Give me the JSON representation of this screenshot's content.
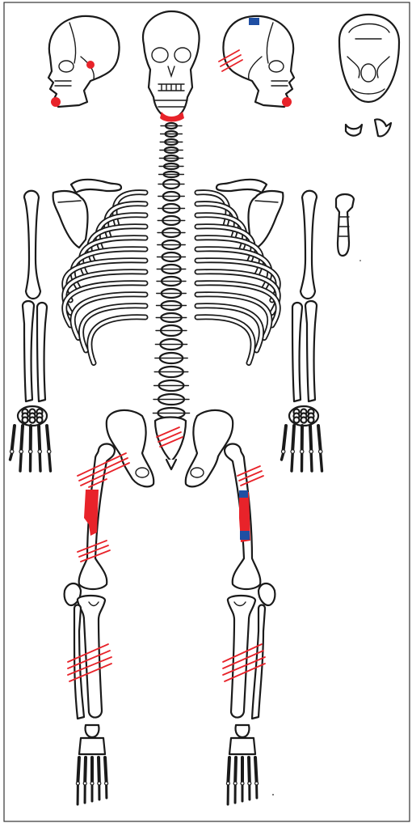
{
  "figure": {
    "legend_colors": {
      "perimortem_trauma": "#e8232a",
      "antemortem_trauma": "#1f4fa3",
      "bone_outline": "#1a1a1a",
      "background": "#ffffff"
    },
    "marked_regions": [
      {
        "bone": "skull-left-lateral",
        "marks": [
          "mandible-angle-red",
          "zygomatic-red"
        ]
      },
      {
        "bone": "skull-anterior",
        "marks": [
          "chin-red"
        ]
      },
      {
        "bone": "skull-right-lateral",
        "marks": [
          "parietal-blue",
          "occipital-hatch-red",
          "mandible-angle-red"
        ]
      },
      {
        "bone": "sacrum",
        "marks": [
          "hatch-red"
        ]
      },
      {
        "bone": "left-femur",
        "marks": [
          "proximal-hatch-red",
          "shaft-red",
          "distal-hatch-red"
        ]
      },
      {
        "bone": "right-femur",
        "marks": [
          "proximal-hatch-red",
          "shaft-red-blue"
        ]
      },
      {
        "bone": "left-tibia-fibula",
        "marks": [
          "midshaft-hatch-red"
        ]
      },
      {
        "bone": "right-tibia-fibula",
        "marks": [
          "midshaft-hatch-red"
        ]
      }
    ]
  }
}
